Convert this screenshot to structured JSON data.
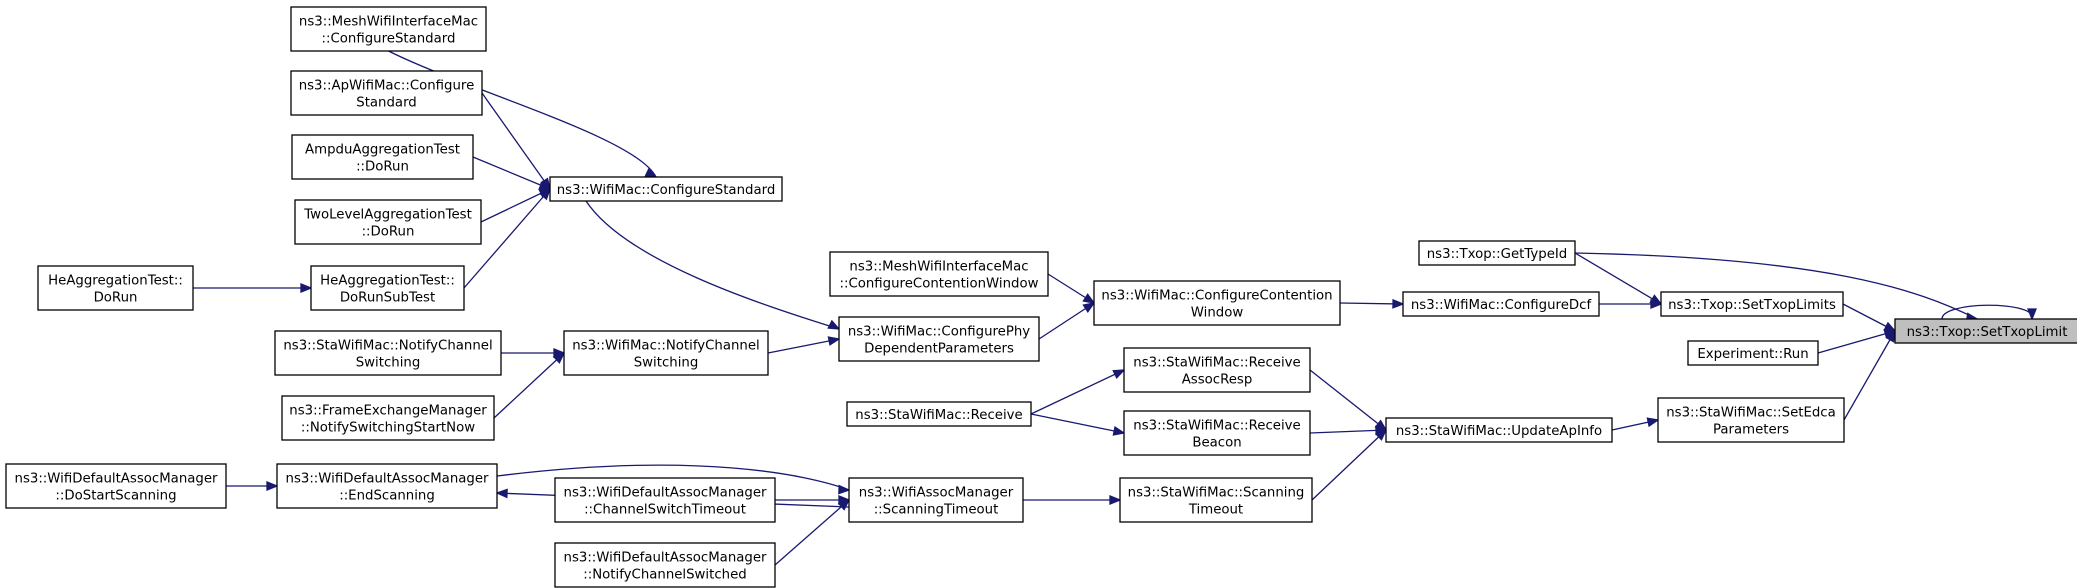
{
  "nodes": {
    "root": [
      "ns3::Txop::SetTxopLimit"
    ],
    "get_type_id": [
      "ns3::Txop::GetTypeId"
    ],
    "set_txop_limits": [
      "ns3::Txop::SetTxopLimits"
    ],
    "experiment_run": [
      "Experiment::Run"
    ],
    "set_edca": [
      "ns3::StaWifiMac::SetEdca",
      "Parameters"
    ],
    "configure_dcf": [
      "ns3::WifiMac::ConfigureDcf"
    ],
    "configure_contention": [
      "ns3::WifiMac::ConfigureContention",
      "Window"
    ],
    "mesh_contention": [
      "ns3::MeshWifiInterfaceMac",
      "::ConfigureContentionWindow"
    ],
    "configure_phy": [
      "ns3::WifiMac::ConfigurePhy",
      "DependentParameters"
    ],
    "configure_standard": [
      "ns3::WifiMac::ConfigureStandard"
    ],
    "mesh_standard": [
      "ns3::MeshWifiInterfaceMac",
      "::ConfigureStandard"
    ],
    "ap_standard": [
      "ns3::ApWifiMac::Configure",
      "Standard"
    ],
    "ampdu_test": [
      "AmpduAggregationTest",
      "::DoRun"
    ],
    "twolevel_test": [
      "TwoLevelAggregationTest",
      "::DoRun"
    ],
    "he_subtest": [
      "HeAggregationTest::",
      "DoRunSubTest"
    ],
    "he_dorun": [
      "HeAggregationTest::",
      "DoRun"
    ],
    "wifimac_notify": [
      "ns3::WifiMac::NotifyChannel",
      "Switching"
    ],
    "sta_notify": [
      "ns3::StaWifiMac::NotifyChannel",
      "Switching"
    ],
    "fem_notify": [
      "ns3::FrameExchangeManager",
      "::NotifySwitchingStartNow"
    ],
    "update_ap": [
      "ns3::StaWifiMac::UpdateApInfo"
    ],
    "receive_assoc": [
      "ns3::StaWifiMac::Receive",
      "AssocResp"
    ],
    "receive_beacon": [
      "ns3::StaWifiMac::Receive",
      "Beacon"
    ],
    "sta_receive": [
      "ns3::StaWifiMac::Receive"
    ],
    "scanning_timeout_sta": [
      "ns3::StaWifiMac::Scanning",
      "Timeout"
    ],
    "assoc_scanning_timeout": [
      "ns3::WifiAssocManager",
      "::ScanningTimeout"
    ],
    "default_end_scanning": [
      "ns3::WifiDefaultAssocManager",
      "::EndScanning"
    ],
    "default_start_scanning": [
      "ns3::WifiDefaultAssocManager",
      "::DoStartScanning"
    ],
    "channel_switch_timeout": [
      "ns3::WifiDefaultAssocManager",
      "::ChannelSwitchTimeout"
    ],
    "notify_channel_switched": [
      "ns3::WifiDefaultAssocManager",
      "::NotifyChannelSwitched"
    ]
  },
  "colors": {
    "edge": "#191970",
    "root_fill": "#bfbfbf",
    "node_fill": "#ffffff"
  }
}
